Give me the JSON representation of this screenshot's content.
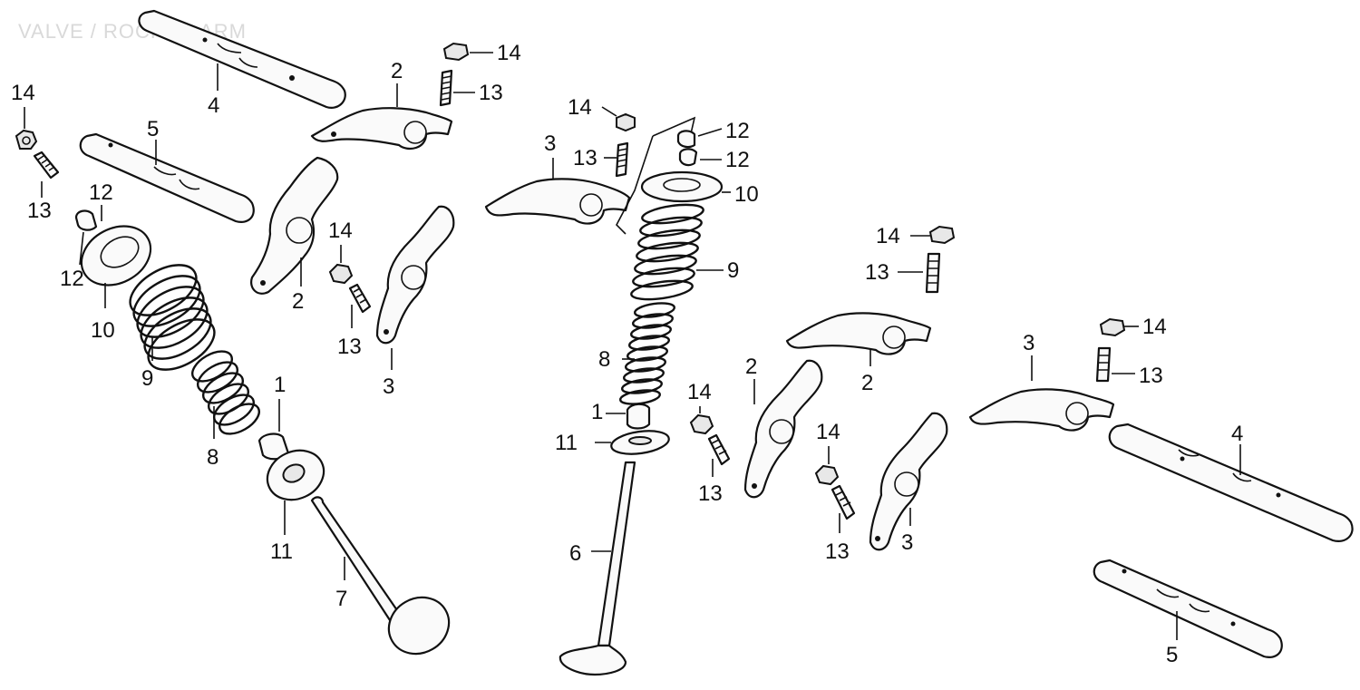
{
  "title": "VALVE / ROCKER ARM",
  "callouts": {
    "c14a": "14",
    "c13a": "13",
    "c12a": "12",
    "c12b": "12",
    "c10a": "10",
    "c9a": "9",
    "c8a": "8",
    "c1a": "1",
    "c11a": "11",
    "c7a": "7",
    "c4a": "4",
    "c5a": "5",
    "c2a": "2",
    "c2b": "2",
    "c14b": "14",
    "c13b": "13",
    "c14c": "14",
    "c13c": "13",
    "c3a": "3",
    "c14d": "14",
    "c13d": "13",
    "c3b": "3",
    "c12c": "12",
    "c12d": "12",
    "c10b": "10",
    "c9b": "9",
    "c8b": "8",
    "c1b": "1",
    "c11b": "11",
    "c6a": "6",
    "c14e": "14",
    "c13e": "13",
    "c2c": "2",
    "c2d": "2",
    "c14f": "14",
    "c13f": "13",
    "c14g": "14",
    "c13g": "13",
    "c3c": "3",
    "c14h": "14",
    "c13h": "13",
    "c3d": "3",
    "c4b": "4",
    "c5b": "5"
  }
}
